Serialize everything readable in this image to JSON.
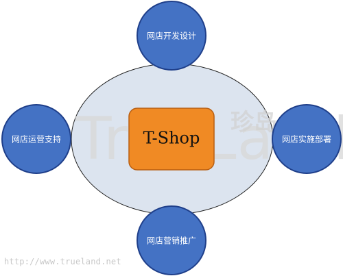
{
  "center": {
    "label": "T-Shop"
  },
  "nodes": {
    "top": "网店开发设计",
    "left": "网店运营支持",
    "right": "网店实施部署",
    "bottom": "网店营销推广"
  },
  "watermark": {
    "brand": "TrueLand",
    "cjk": "珍岛",
    "url": "http://www.trueland.net"
  },
  "colors": {
    "ellipse_fill": "#dce4ef",
    "node_fill": "#4472c4",
    "node_stroke": "#1f3f8a",
    "center_fill": "#f08a24",
    "center_stroke": "#b85e12"
  }
}
